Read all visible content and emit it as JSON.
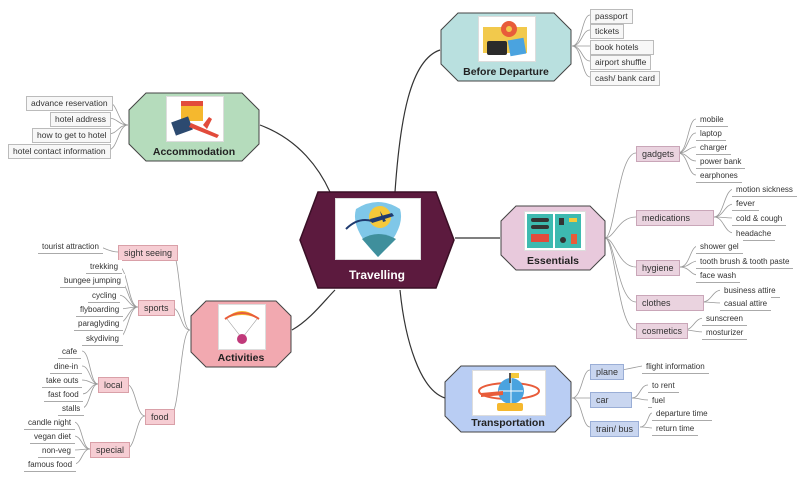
{
  "center": {
    "title": "Travelling",
    "icon": "airplane-pin-icon"
  },
  "branches": {
    "before_departure": {
      "title": "Before Departure",
      "icon": "map-wallet-passport-icon",
      "items": [
        "passport",
        "tickets",
        "book hotels",
        "airport shuffle",
        "cash/ bank card"
      ]
    },
    "accommodation": {
      "title": "Accommodation",
      "icon": "calendar-map-plane-icon",
      "items": [
        "advance reservation",
        "hotel address",
        "how to get to hotel",
        "hotel contact information"
      ]
    },
    "essentials": {
      "title": "Essentials",
      "icon": "suitcase-icon",
      "groups": [
        {
          "label": "gadgets",
          "items": [
            "mobile",
            "laptop",
            "charger",
            "power bank",
            "earphones"
          ]
        },
        {
          "label": "medications",
          "items": [
            "motion sickness",
            "fever",
            "cold & cough",
            "headache"
          ]
        },
        {
          "label": "hygiene",
          "items": [
            "shower gel",
            "tooth brush & tooth paste",
            "face wash"
          ]
        },
        {
          "label": "clothes",
          "items": [
            "business attire",
            "casual attire"
          ]
        },
        {
          "label": "cosmetics",
          "items": [
            "sunscreen",
            "mosturizer"
          ]
        }
      ]
    },
    "transportation": {
      "title": "Transportation",
      "icon": "globe-transport-icon",
      "groups": [
        {
          "label": "plane",
          "items": [
            "flight information"
          ]
        },
        {
          "label": "car",
          "items": [
            "to rent",
            "fuel"
          ]
        },
        {
          "label": "train/ bus",
          "items": [
            "departure time",
            "return time"
          ]
        }
      ]
    },
    "activities": {
      "title": "Activities",
      "icon": "paraglider-icon",
      "groups": [
        {
          "label": "sight seeing",
          "items": [
            "tourist attraction"
          ]
        },
        {
          "label": "sports",
          "items": [
            "trekking",
            "bungee jumping",
            "cycling",
            "flyboarding",
            "paraglyding",
            "skydiving"
          ]
        },
        {
          "label": "food",
          "subgroups": [
            {
              "label": "local",
              "items": [
                "cafe",
                "dine-in",
                "take outs",
                "fast food",
                "stalls"
              ]
            },
            {
              "label": "special",
              "items": [
                "candle night",
                "vegan diet",
                "non-veg",
                "famous food"
              ]
            }
          ]
        }
      ]
    }
  },
  "colors": {
    "center_fill": "#5c1a3e",
    "before_departure_fill": "#b9e0df",
    "accommodation_fill": "#b5dcbc",
    "essentials_fill": "#e8c9dc",
    "transportation_fill": "#b9cdf3",
    "activities_fill": "#f2a9b0",
    "line": "#444444"
  }
}
